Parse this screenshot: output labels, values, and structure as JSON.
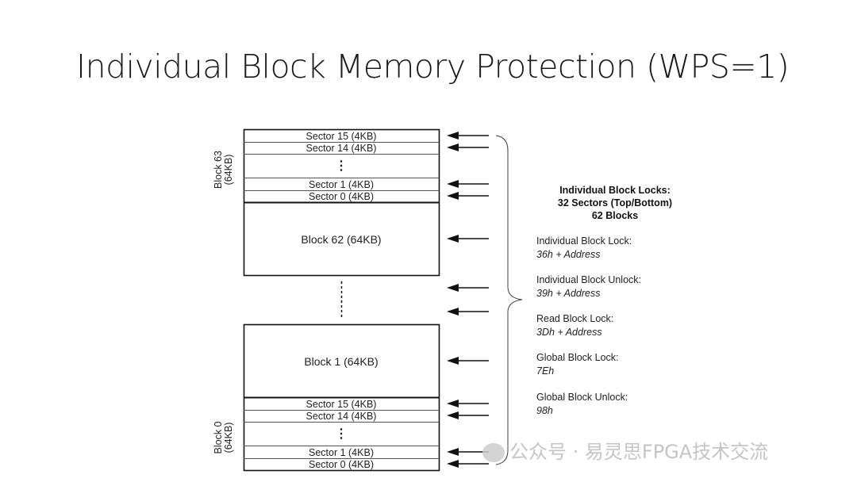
{
  "title": "Individual Block Memory Protection (WPS=1)",
  "block63": {
    "label": "Block 63",
    "size": "(64KB)",
    "sectors_top": [
      "Sector 15 (4KB)",
      "Sector 14 (4KB)"
    ],
    "sectors_bottom": [
      "Sector 1 (4KB)",
      "Sector 0 (4KB)"
    ],
    "ellipsis": "⋮"
  },
  "block62": "Block 62 (64KB)",
  "block1": "Block 1 (64KB)",
  "block0": {
    "label": "Block 0",
    "size": "(64KB)",
    "sectors_top": [
      "Sector 15 (4KB)",
      "Sector 14 (4KB)"
    ],
    "sectors_bottom": [
      "Sector 1 (4KB)",
      "Sector 0 (4KB)"
    ],
    "ellipsis": "⋮"
  },
  "legend": {
    "header": [
      "Individual Block Locks:",
      "32 Sectors (Top/Bottom)",
      "62 Blocks"
    ],
    "commands": [
      {
        "name": "Individual Block Lock:",
        "code": "36h + Address"
      },
      {
        "name": "Individual Block Unlock:",
        "code": "39h + Address"
      },
      {
        "name": "Read Block Lock:",
        "code": "3Dh + Address"
      },
      {
        "name": "Global Block Lock:",
        "code": "7Eh"
      },
      {
        "name": "Global Block Unlock:",
        "code": "98h"
      }
    ]
  },
  "watermark": "公众号 · 易灵思FPGA技术交流"
}
